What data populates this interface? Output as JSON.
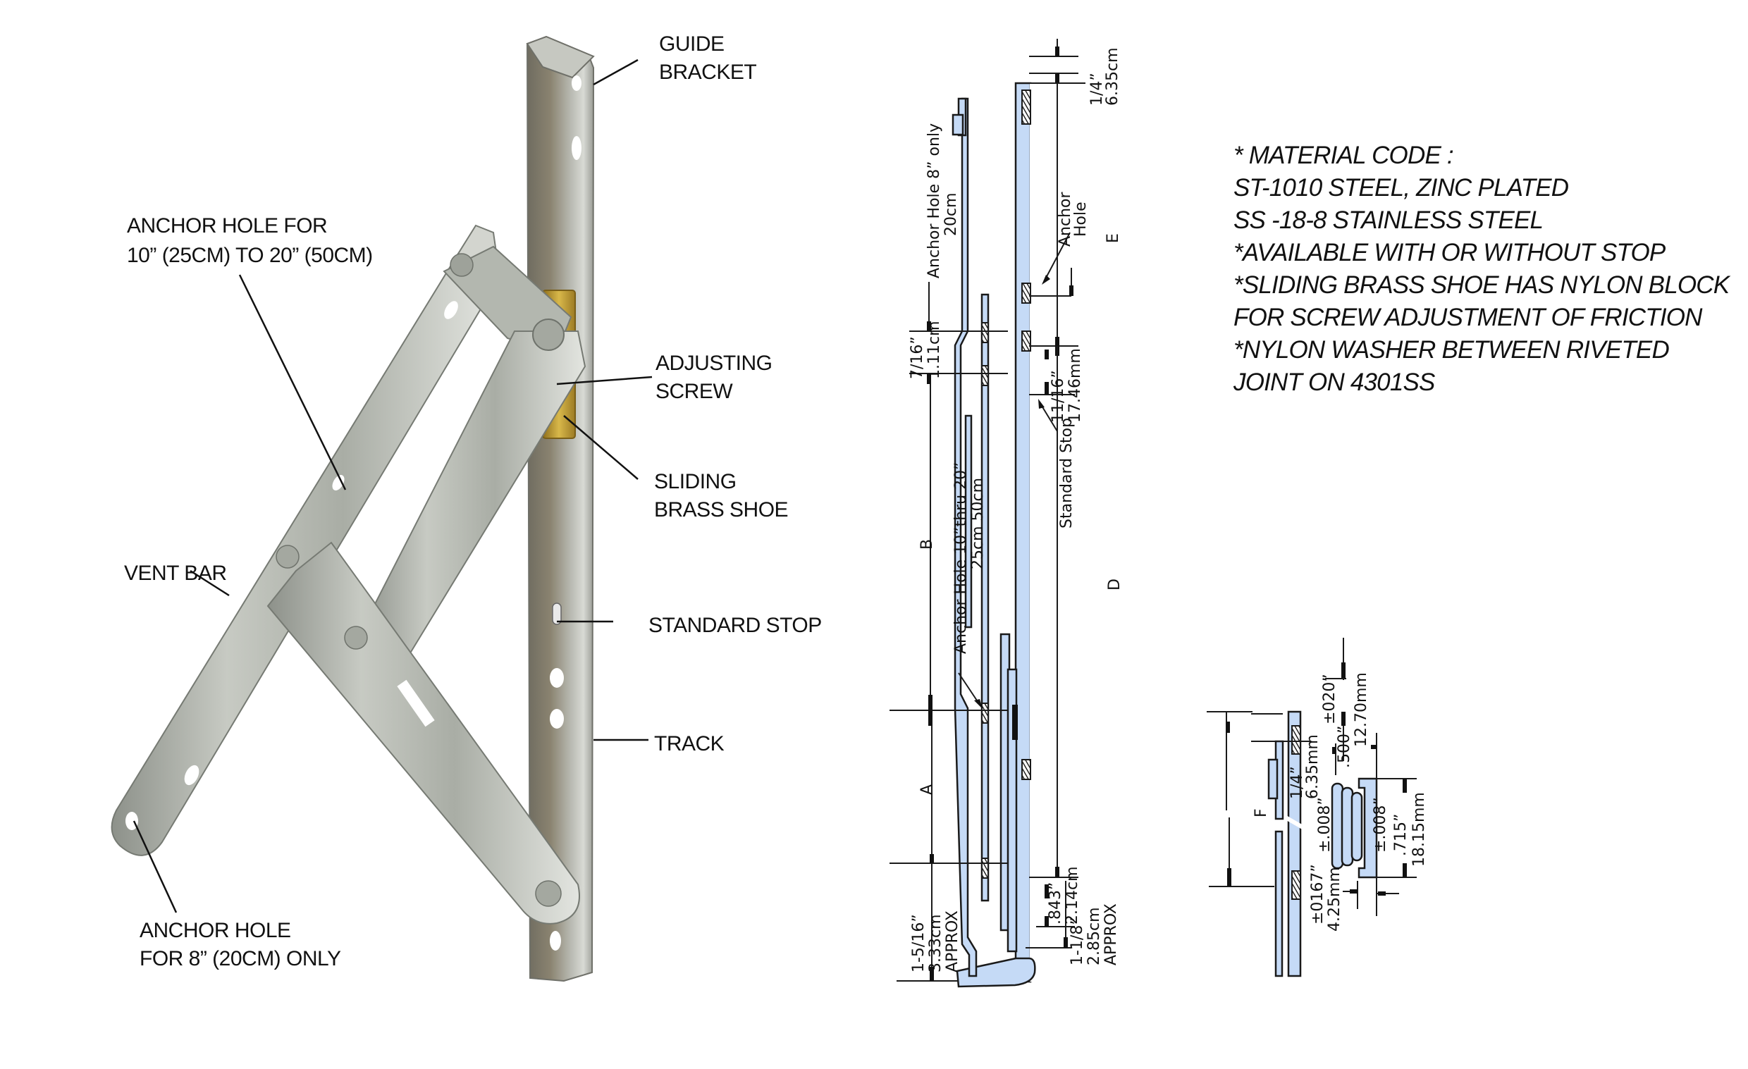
{
  "product_photo": {
    "callouts": {
      "guide_bracket": [
        "GUIDE",
        "BRACKET"
      ],
      "anchor_hole_10_20": [
        "ANCHOR HOLE FOR",
        "10” (25CM) TO 20” (50CM)"
      ],
      "adjusting_screw": [
        "ADJUSTING",
        "SCREW"
      ],
      "sliding_brass_shoe": [
        "SLIDING",
        "BRASS SHOE"
      ],
      "vent_bar": [
        "VENT BAR"
      ],
      "standard_stop": [
        "STANDARD STOP"
      ],
      "track": [
        "TRACK"
      ],
      "anchor_hole_8": [
        "ANCHOR HOLE",
        "FOR 8” (20CM) ONLY"
      ]
    }
  },
  "drawing": {
    "dimensions": {
      "top_quarter": [
        "1/4”",
        "6.35cm"
      ],
      "anchor_hole_8_only": [
        "Anchor Hole 8” only",
        "20cm"
      ],
      "anchor_hole": [
        "Anchor",
        "Hole"
      ],
      "e": "E",
      "seven_sixteenths": [
        "7/16”",
        "1.11cm"
      ],
      "eleven_sixteenths": [
        "11/16”",
        "17.46mm"
      ],
      "standard_stop": "Standard Stop",
      "anchor_hole_10_20": [
        "Anchor Hole 10”thru 20”",
        "25cm  50cm"
      ],
      "b": "B",
      "d": "D",
      "a": "A",
      "one_five_sixteenths": [
        "1-5/16”",
        "3.33cm",
        "APPROX"
      ],
      "point_843": [
        ".843”",
        "2.14cm"
      ],
      "one_one_eighth": [
        "1-1/8”",
        "2.85cm",
        "APPROX"
      ]
    },
    "detail": {
      "f": "F",
      "quarter": [
        "1/4”",
        "6.35mm"
      ],
      "tol_020": "±020”",
      "point_500": [
        ".500”",
        "12.70mm"
      ],
      "tol_008_left": "±.008”",
      "tol_008_right": "±.008”",
      "point_715": [
        ".715”",
        "18.15mm"
      ],
      "tol_0167": [
        "±0167”",
        "4.25mm"
      ]
    }
  },
  "notes": [
    "* MATERIAL CODE :",
    "ST-1010 STEEL, ZINC PLATED",
    "SS -18-8 STAINLESS STEEL",
    "*AVAILABLE WITH OR WITHOUT STOP",
    "*SLIDING BRASS SHOE HAS NYLON BLOCK",
    "FOR SCREW ADJUSTMENT OF FRICTION",
    "*NYLON WASHER BETWEEN RIVETED",
    "JOINT ON 4301SS"
  ],
  "colors": {
    "drawing_fill": "#c5daf6",
    "steel": "#b9bdb3",
    "brass": "#c9a63a"
  }
}
